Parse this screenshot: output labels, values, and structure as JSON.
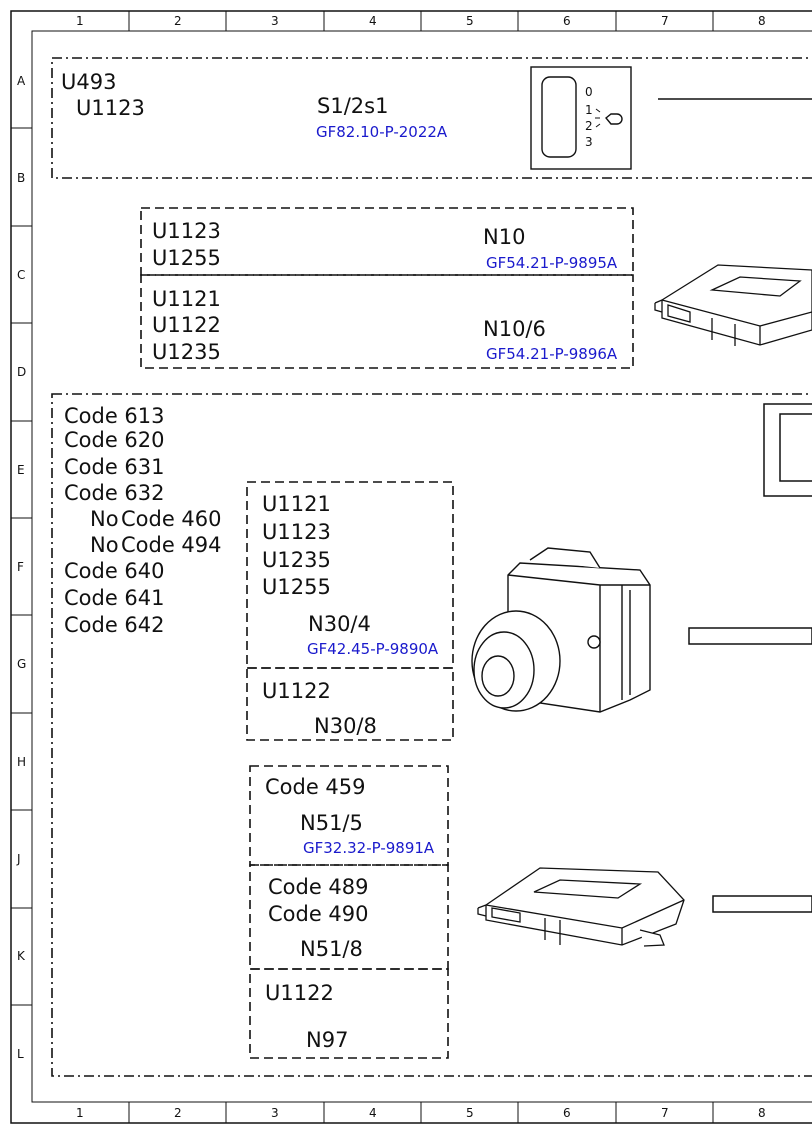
{
  "grid": {
    "columns": [
      "1",
      "2",
      "3",
      "4",
      "5",
      "6",
      "7",
      "8"
    ],
    "rows": [
      "A",
      "B",
      "C",
      "D",
      "E",
      "F",
      "G",
      "H",
      "J",
      "K",
      "L"
    ]
  },
  "switch_panel": {
    "model_codes": [
      "U493",
      "U1123"
    ],
    "component": "S1/2s1",
    "ref": "GF82.10-P-2022A",
    "positions": [
      "0",
      "1",
      "2",
      "3"
    ]
  },
  "module_n10": {
    "model_codes": [
      "U1123",
      "U1255"
    ],
    "component": "N10",
    "ref": "GF54.21-P-9895A"
  },
  "module_n10_6": {
    "model_codes": [
      "U1121",
      "U1122",
      "U1235"
    ],
    "component": "N10/6",
    "ref": "GF54.21-P-9896A"
  },
  "code_group": {
    "codes": [
      "Code 613",
      "Code 620",
      "Code 631",
      "Code 632",
      "Code 460",
      "Code 494",
      "Code 640",
      "Code 641",
      "Code 642"
    ],
    "no_prefix": "No"
  },
  "abs_unit": {
    "model_codes": [
      "U1121",
      "U1123",
      "U1235",
      "U1255"
    ],
    "component": "N30/4",
    "ref": "GF42.45-P-9890A",
    "alt_model_code": "U1122",
    "alt_component": "N30/8"
  },
  "module_n51": {
    "code": "Code 459",
    "component": "N51/5",
    "ref": "GF32.32-P-9891A",
    "codes_b": [
      "Code 489",
      "Code 490"
    ],
    "component_b": "N51/8",
    "model_code_c": "U1122",
    "component_c": "N97"
  },
  "colors": {
    "line": "#111111",
    "ref": "#1a1acc"
  }
}
